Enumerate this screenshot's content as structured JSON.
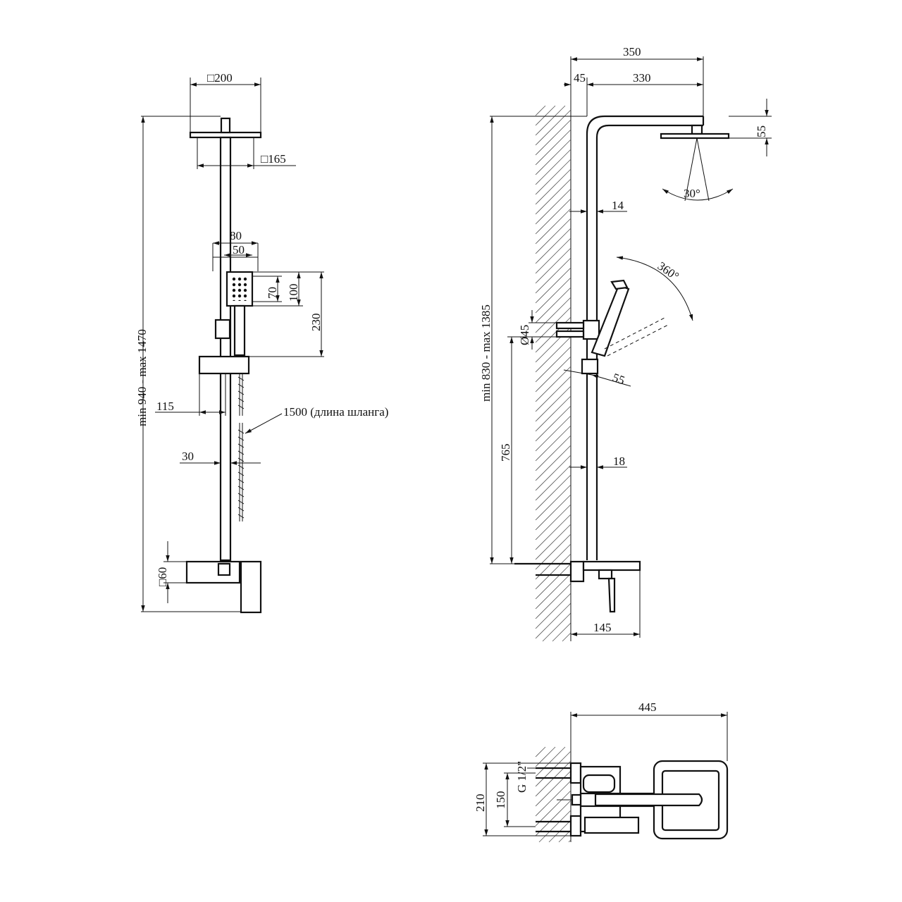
{
  "dimensions": {
    "front": {
      "head_size": "□200",
      "head_inner": "□165",
      "hand_width": "80",
      "hand_inner": "50",
      "hand_nozzle": "70",
      "hand_height": "100",
      "holder_height": "230",
      "total_height": "min 940 - max 1470",
      "slider_offset": "115",
      "hose_length": "1500 (длина шланга)",
      "bar_offset": "30",
      "mixer_size": "□60"
    },
    "side": {
      "arm_total": "350",
      "wall_gap": "45",
      "arm_reach": "330",
      "head_height": "55",
      "spray_angle": "30°",
      "bar_diameter_top": "14",
      "rotation": "360°",
      "bracket_diameter": "Ø45",
      "total_height": "min 830 - max 1385",
      "holder_size": "55",
      "bar_diameter_bottom": "18",
      "mixer_height": "765",
      "spout_reach": "145"
    },
    "top": {
      "total_depth": "445",
      "outer_spacing": "210",
      "inlet_spacing": "150",
      "thread": "G 1/2\""
    }
  }
}
